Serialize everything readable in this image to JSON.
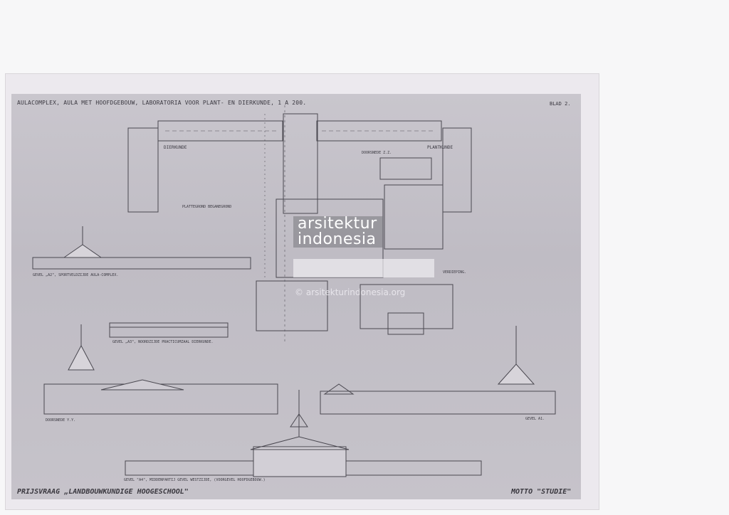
{
  "sheet": {
    "heading": "AULACOMPLEX, AULA MET HOOFDGEBOUW, LABORATORIA VOOR PLANT- EN DIERKUNDE, 1 A 200.",
    "page": "BLAD 2.",
    "footer_left": "PRIJSVRAAG „LANDBOUWKUNDIGE HOOGESCHOOL\"",
    "footer_right": "MOTTO \"STUDIE\""
  },
  "plan_labels": {
    "dierkunde": "DIERKUNDE",
    "plantkunde": "PLANTKUNDE",
    "doorsnede_zz": "DOORSNEDE Z.Z.",
    "plattegrond": "PLATTEGROND BEGANEGROND",
    "verdieping": "VERDIEPING."
  },
  "elevation_labels": {
    "gevel_a2": "GEVEL „A2\", SPORTVELDZIJDE AULA-COMPLEX.",
    "gevel_a3": "GEVEL „A3\", NOORDZIJDE PRACTICUMZAAL DIERKUNDE.",
    "doorsnede_yy": "DOORSNEDE Y.Y.",
    "gevel_a1": "GEVEL A1.",
    "gevel_a4": "GEVEL \"A4\", MIDDENPARTIJ GEVEL WESTZIJDE, (VOORGEVEL HOOFDGEBOUW.)"
  },
  "watermark": {
    "line1": "arsitektur",
    "line2": "indonesia",
    "url": "© arsitekturindonesia.org"
  }
}
